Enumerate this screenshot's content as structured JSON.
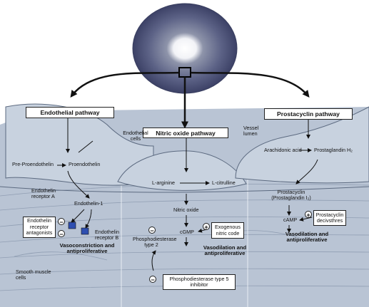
{
  "pathways": {
    "endothelial": "Endothelial pathway",
    "nitric_oxide": "Nitric oxide pathway",
    "prostacyclin": "Prostacyclin pathway"
  },
  "labels": {
    "endothelial_cells": "Endothelial cells",
    "vessel_lumen": "Vessel lumen",
    "pre_proendothelin": "Pre-Proendothelin",
    "proendothelin": "Proendothelin",
    "endothelin_1": "Endothelin-1",
    "endothelin_receptor_a": "Endothelin receptor A",
    "endothelin_receptor_b": "Endothelin receptor B",
    "endothelin_receptor_antagonists": "Endothelin receptor antagonists",
    "vasoconstriction": "Vasoconstriction and antiproliferative",
    "smooth_muscle_cells": "Smooth muscle cells",
    "l_arginine": "L-arginine",
    "l_citrulline": "L-citrulline",
    "nitric_oxide": "Nitric oxide",
    "cgmp": "cGMP",
    "exogenous_no": "Exogenous nitric code",
    "pde2": "Phosphodiesterase type 2",
    "no_effect": "Vasodilation and antiproliferative",
    "pde5_inhibitor": "Phosphodiesterase type 5 inhibitor",
    "arachidonic_acid": "Arachidonic acid",
    "prostaglandin_h2": "Prostaglandin H₂",
    "prostacyclin": "Prostacyclin (Prostaglandin I₂)",
    "camp": "cAMP",
    "prostacyclin_derivatives": "Prostacyclin decivsthres",
    "prostacyclin_effect": "Vasodilation and antiproliferative"
  },
  "signs": {
    "plus": "+",
    "minus": "−"
  },
  "colors": {
    "tissue_fill": "#b7c3d3",
    "cell_fill": "#c9d3e0",
    "stroke": "#5c6a80",
    "arrow": "#111111"
  }
}
